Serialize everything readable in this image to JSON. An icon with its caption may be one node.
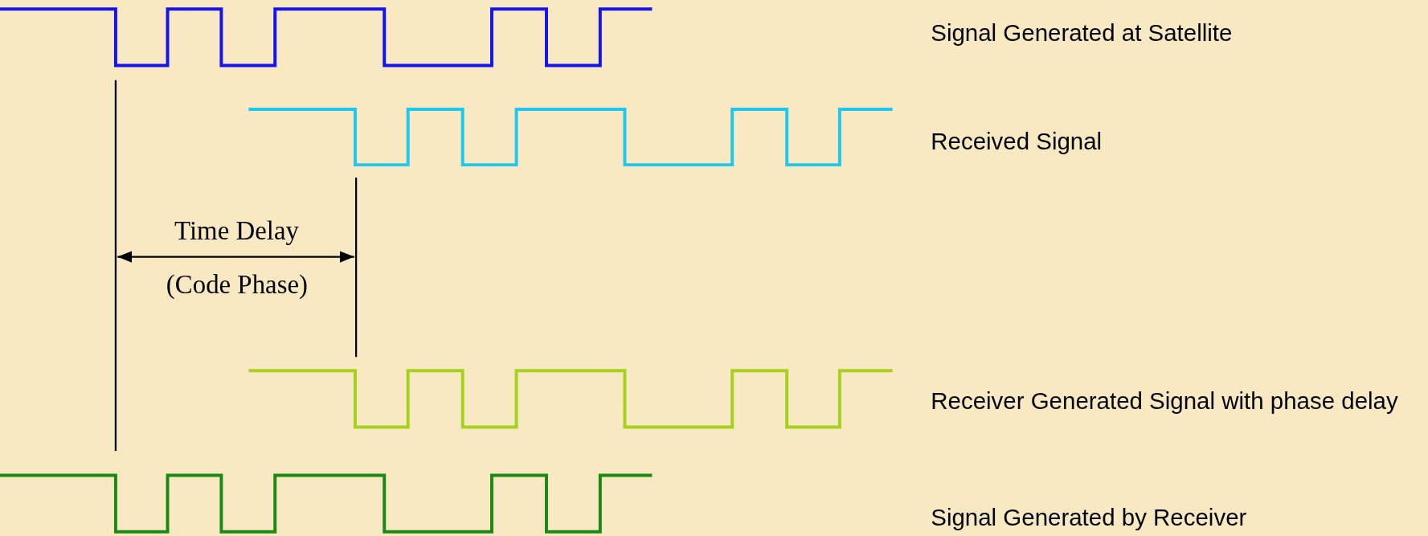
{
  "diagram": {
    "labels": [
      "Signal Generated at Satellite",
      "Received Signal",
      "Time Delay",
      "(Code Phase)",
      "Receiver Generated Signal with phase delay",
      "Signal Generated by Receiver"
    ]
  }
}
